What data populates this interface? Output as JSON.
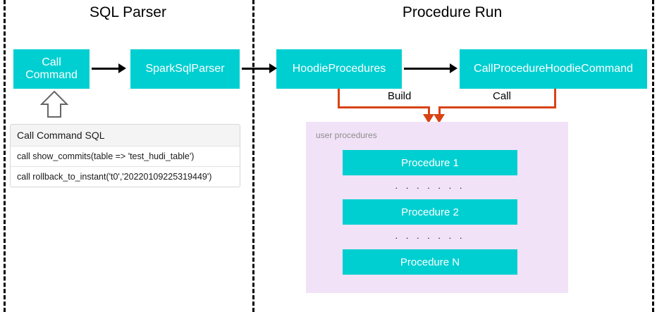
{
  "lanes": [
    {
      "id": "sql-parser",
      "title": "SQL Parser"
    },
    {
      "id": "procedure-run",
      "title": "Procedure Run"
    }
  ],
  "boxes": {
    "call_command": "Call\nCommand",
    "call_command_line1": "Call",
    "call_command_line2": "Command",
    "spark_sql_parser": "SparkSqlParser",
    "hoodie_procedures": "HoodieProcedures",
    "call_procedure_hoodie_command": "CallProcedureHoodieCommand"
  },
  "sql_table": {
    "header": "Call Command SQL",
    "rows": [
      "call show_commits(table => 'test_hudi_table')",
      "call rollback_to_instant('t0','20220109225319449')"
    ]
  },
  "connectors": {
    "build_label": "Build",
    "call_label": "Call"
  },
  "user_procedures": {
    "label": "user procedures",
    "items": [
      {
        "name": "Procedure 1"
      },
      {
        "name": "Procedure 2"
      },
      {
        "name": "Procedure N"
      }
    ],
    "ellipsis": ". . . . . . ."
  },
  "colors": {
    "teal_box": "#00CFD1",
    "panel_pink": "#F1E2F7",
    "connector_orange": "#D84315",
    "arrow_black": "#000000",
    "divider_black": "#000000",
    "box_text": "#FFFFFF",
    "muted_label": "#8E8E8E",
    "sql_header_bg": "#F4F4F4",
    "background": "#FFFFFF"
  }
}
